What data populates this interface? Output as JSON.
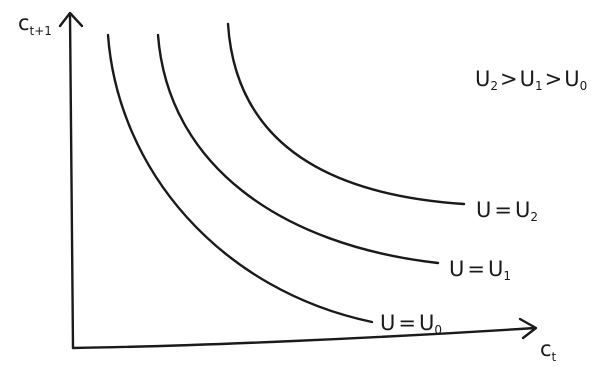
{
  "diagram": {
    "y_axis_label": {
      "main": "c",
      "sub": "t+1"
    },
    "x_axis_label": {
      "main": "c",
      "sub": "t"
    },
    "ordering": {
      "u2": {
        "main": "U",
        "sub": "2"
      },
      "gt1": ">",
      "u1": {
        "main": "U",
        "sub": "1"
      },
      "gt2": ">",
      "u0": {
        "main": "U",
        "sub": "0"
      }
    },
    "curves": [
      {
        "lhs": "U",
        "eq": "=",
        "rhs_main": "U",
        "rhs_sub": "0"
      },
      {
        "lhs": "U",
        "eq": "=",
        "rhs_main": "U",
        "rhs_sub": "1"
      },
      {
        "lhs": "U",
        "eq": "=",
        "rhs_main": "U",
        "rhs_sub": "2"
      }
    ]
  }
}
